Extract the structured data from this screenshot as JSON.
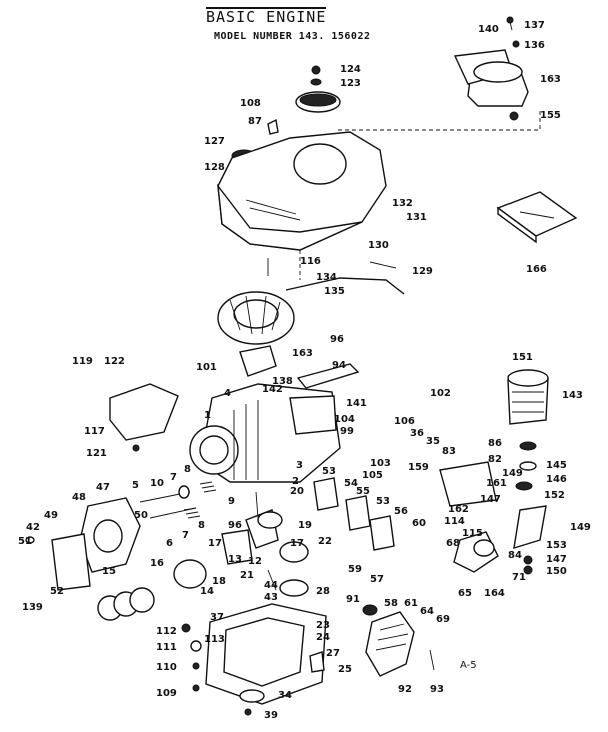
{
  "header": {
    "title": "BASIC ENGINE",
    "model_line": "MODEL NUMBER 143. 156022"
  },
  "sheet_code": "A-5",
  "callouts": [
    "137",
    "140",
    "136",
    "163",
    "155",
    "124",
    "123",
    "108",
    "87",
    "127",
    "128",
    "132",
    "131",
    "130",
    "166",
    "116",
    "134",
    "129",
    "135",
    "96",
    "163",
    "94",
    "101",
    "151",
    "142",
    "138",
    "4",
    "143",
    "141",
    "102",
    "1",
    "104",
    "99",
    "106",
    "36",
    "35",
    "119",
    "122",
    "117",
    "121",
    "86",
    "83",
    "3",
    "82",
    "103",
    "105",
    "159",
    "53",
    "54",
    "55",
    "149",
    "145",
    "146",
    "5",
    "10",
    "7",
    "8",
    "47",
    "48",
    "9",
    "2",
    "20",
    "161",
    "147",
    "162",
    "152",
    "114",
    "115",
    "149",
    "19",
    "96",
    "8",
    "56",
    "53",
    "50",
    "42",
    "49",
    "51",
    "6",
    "7",
    "17",
    "17",
    "22",
    "60",
    "68",
    "153",
    "84",
    "147",
    "150",
    "71",
    "13",
    "21",
    "12",
    "57",
    "59",
    "58",
    "61",
    "64",
    "65",
    "164",
    "69",
    "16",
    "14",
    "18",
    "44",
    "43",
    "28",
    "52",
    "15",
    "139",
    "37",
    "23",
    "91",
    "112",
    "113",
    "27",
    "111",
    "24",
    "25",
    "110",
    "92",
    "93",
    "109",
    "34",
    "39"
  ]
}
